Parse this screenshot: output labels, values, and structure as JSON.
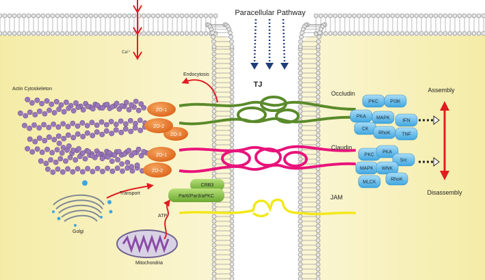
{
  "labels": {
    "paracellular": "Paracellular Pathway",
    "ca": "Ca²⁺",
    "endocytosis": "Endocytosis",
    "actin": "Actin Cytoskeleton",
    "tj": "TJ",
    "occludin": "Occludin",
    "claudin": "Claudin",
    "jam": "JAM",
    "assembly": "Assembly",
    "disassembly": "Disassembly",
    "transport": "Transport",
    "golgi": "Golgi",
    "atp": "ATP",
    "mitochondria": "Mitochondria"
  },
  "zo_proteins": {
    "zo1_top": "ZO-1",
    "zo2_top": "ZO-2",
    "zo3": "ZO-3",
    "zo1_bottom": "ZO-1",
    "zo2_bottom": "ZO-2"
  },
  "polarity": {
    "crb3": "CRB3",
    "par": "Par6/Par3/aPKC"
  },
  "kinases_occludin": [
    "PKC",
    "PI3K",
    "PKA",
    "MAPK",
    "IFN",
    "CK",
    "RhoK",
    "TNF"
  ],
  "kinases_claudin": [
    "PKC",
    "PKA",
    "Src",
    "MAPK",
    "WNK",
    "MLCK",
    "RhoK"
  ],
  "colors": {
    "cytoplasm": "#f8f1bd",
    "occludin": "#5a8a2b",
    "claudin": "#e8137a",
    "jam": "#f2e81a",
    "zo": "#e8762a",
    "kinase": "#5fbcec",
    "polarity": "#8cc63f",
    "actin": "#9a78b8",
    "arrow_red": "#e11b22",
    "pathway_arrow": "#1d3e78"
  }
}
